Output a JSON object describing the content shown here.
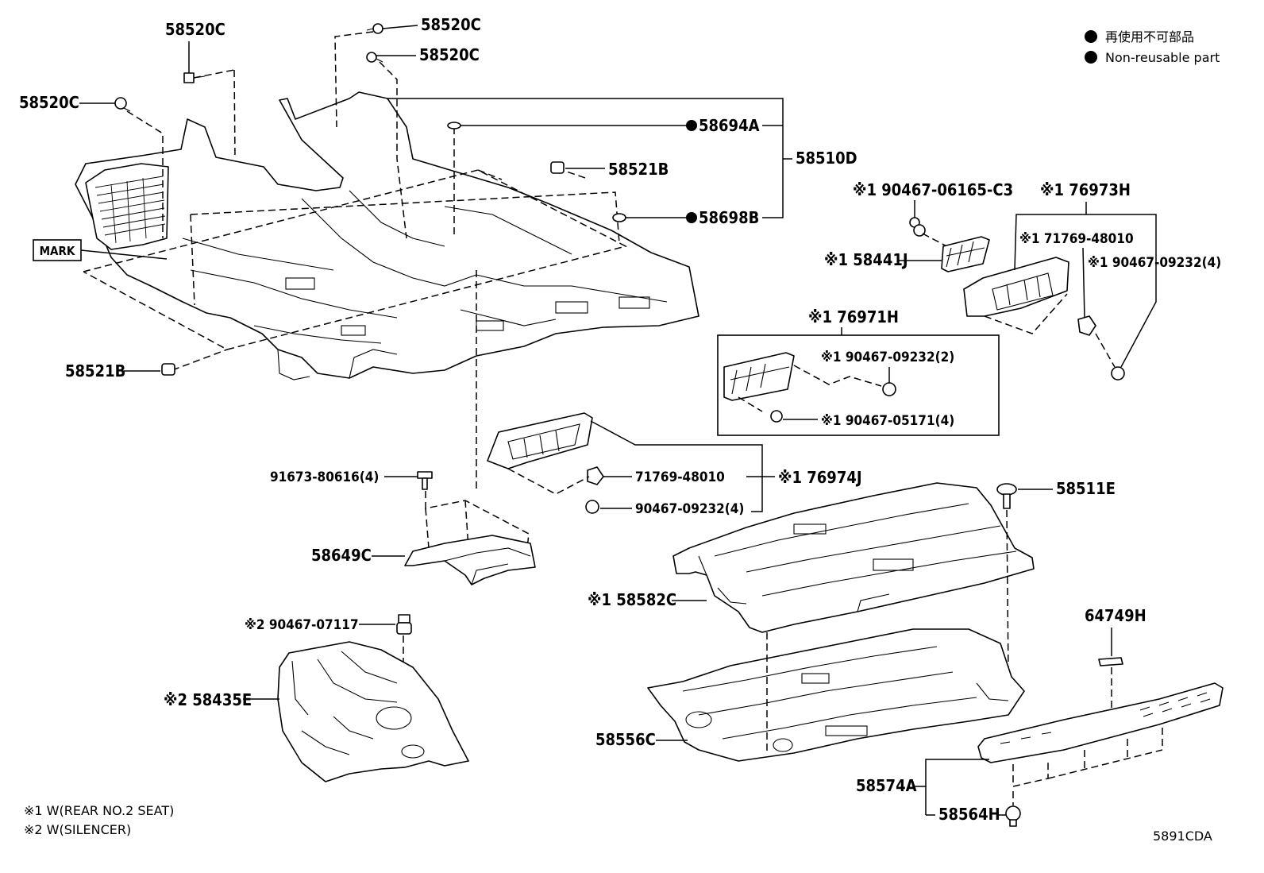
{
  "diagram_code": "5891CDA",
  "legend": {
    "japanese": "再使用不可部品",
    "english": "Non-reusable part"
  },
  "footnotes": {
    "note1": "※1 W(REAR NO.2 SEAT)",
    "note2": "※2 W(SILENCER)"
  },
  "labels": {
    "c1": "58520C",
    "c2": "58520C",
    "c3": "58520C",
    "c4": "58520C",
    "p58694A": "58694A",
    "p58698B": "58698B",
    "p58510D": "58510D",
    "b1": "58521B",
    "b2": "58521B",
    "mark": "MARK",
    "p90467_06165": "※1 90467-06165-C3",
    "p76973H": "※1 76973H",
    "p71769_48010a": "※1 71769-48010",
    "p90467_09232a": "※1 90467-09232(4)",
    "p58441J": "※1 58441J",
    "p76971H": "※1 76971H",
    "p90467_09232b": "※1 90467-09232(2)",
    "p90467_05171": "※1 90467-05171(4)",
    "p91673": "91673-80616(4)",
    "p71769_48010b": "71769-48010",
    "p76974J": "※1 76974J",
    "p90467_09232c": "90467-09232(4)",
    "p58511E": "58511E",
    "p58649C": "58649C",
    "p58582C": "※1 58582C",
    "p90467_07117": "※2 90467-07117",
    "p64749H": "64749H",
    "p58435E": "※2 58435E",
    "p58556C": "58556C",
    "p58574A": "58574A",
    "p58564H": "58564H"
  }
}
